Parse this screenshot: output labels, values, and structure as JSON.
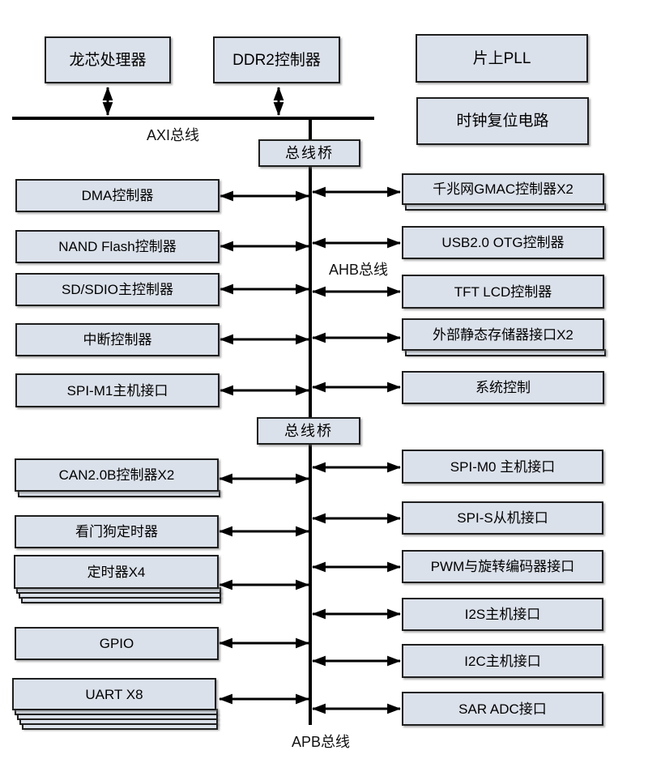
{
  "colors": {
    "box_fill": "#dbe1ea",
    "box_border": "#1f1f1f",
    "line": "#000000"
  },
  "top_blocks": {
    "cpu": "龙芯处理器",
    "ddr2": "DDR2控制器",
    "pll": "片上PLL",
    "clock_reset": "时钟复位电路"
  },
  "bus_labels": {
    "axi": "AXI总线",
    "ahb": "AHB总线",
    "apb": "APB总线"
  },
  "bridge_label": "总线桥",
  "ahb_left": [
    "DMA控制器",
    "NAND Flash控制器",
    "SD/SDIO主控制器",
    "中断控制器",
    "SPI-M1主机接口"
  ],
  "ahb_right": [
    "千兆网GMAC控制器X2",
    "USB2.0 OTG控制器",
    "TFT LCD控制器",
    "外部静态存储器接口X2",
    "系统控制"
  ],
  "apb_left": [
    "CAN2.0B控制器X2",
    "看门狗定时器",
    "定时器X4",
    "GPIO",
    "UART X8"
  ],
  "apb_right": [
    "SPI-M0 主机接口",
    "SPI-S从机接口",
    "PWM与旋转编码器接口",
    "I2S主机接口",
    "I2C主机接口",
    "SAR ADC接口"
  ]
}
